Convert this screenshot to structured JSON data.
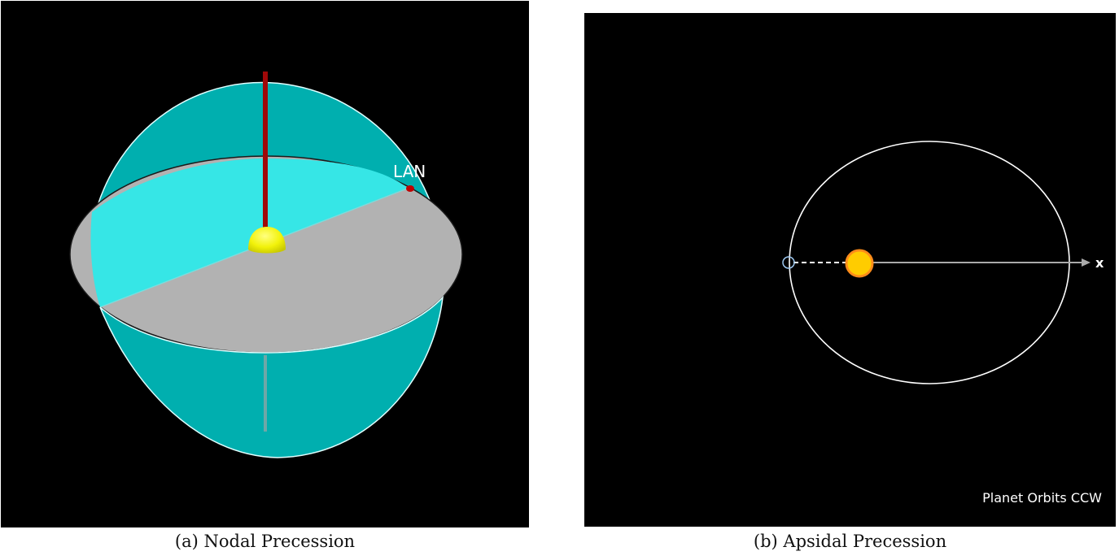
{
  "panel_a": {
    "node_label": "LAN",
    "caption": "(a) Nodal Precession",
    "colors": {
      "background": "#000000",
      "orbit_plane_dark": "#00afaf",
      "orbit_plane_light": "#36e6e6",
      "reference_plane": "#b2b2b2",
      "axis_rod": "#a00808",
      "central_body": "#f2f20a",
      "node_marker": "#c00000"
    },
    "icons": [
      "reference-plane",
      "orbital-plane",
      "angular-momentum-axis",
      "central-star",
      "ascending-node-marker"
    ]
  },
  "panel_b": {
    "axis_label": "x",
    "footer_text": "Planet Orbits CCW",
    "caption": "(b) Apsidal Precession",
    "colors": {
      "background": "#000000",
      "orbit": "#ffffff",
      "star_fill": "#ffcc00",
      "star_stroke": "#ff8c1a",
      "axis_line": "#aaaaaa",
      "periapsis_marker": "#9ec9f2"
    },
    "icons": [
      "orbit-ellipse",
      "star",
      "x-axis-arrow",
      "periapsis-marker",
      "dashed-apse-line"
    ]
  }
}
